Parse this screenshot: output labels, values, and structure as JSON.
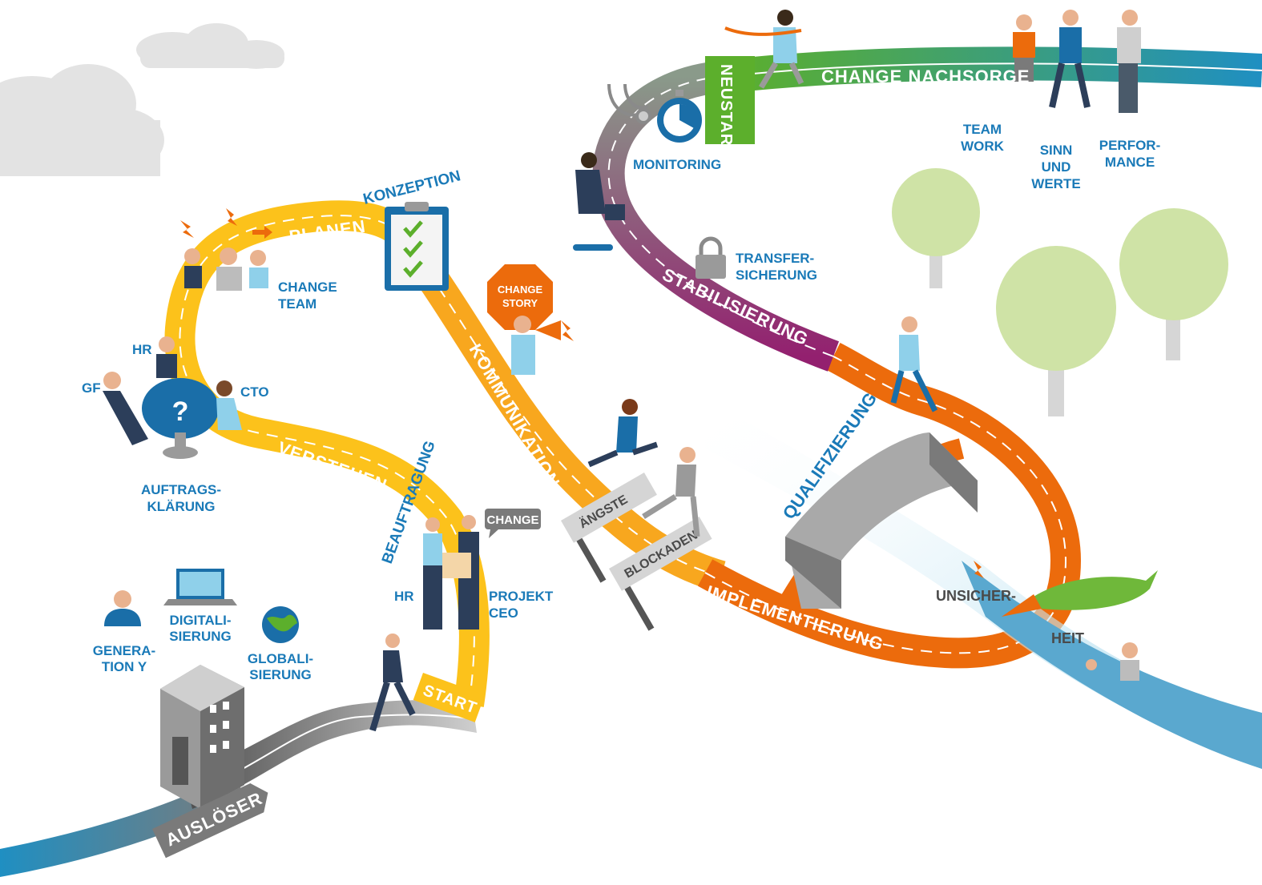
{
  "colors": {
    "river": "#1f8fc2",
    "river_light": "#8fd0ea",
    "grey_road": "#6f6f6f",
    "yellow": "#fcc21b",
    "yellow_orange": "#f8a71e",
    "orange": "#ec6b0c",
    "purple": "#93206f",
    "green": "#5caf2c",
    "label_blue": "#1a7ab8",
    "label_dark": "#4a4a4a",
    "sign_orange": "#ec6b0c",
    "tree": "#cfe3a6",
    "cloud": "#e3e3e3"
  },
  "stages": {
    "ausloeser": "AUSLÖSER",
    "start": "START",
    "verstehen": "VERSTEHEN",
    "planen": "PLANEN",
    "konzeption": "KONZEPTION",
    "kommunikation": "KOMMUNIKATION",
    "implementierung": "IMPLEMENTIERUNG",
    "qualifizierung": "QUALIFIZIERUNG",
    "stabilisierung": "STABILISIERUNG",
    "neustart": "NEUSTART",
    "nachsorge": "CHANGE NACHSORGE",
    "beauftragung": "BEAUFTRAGUNG"
  },
  "labels": {
    "generation_y": [
      "GENERA-",
      "TION Y"
    ],
    "digitalisierung": [
      "DIGITALI-",
      "SIERUNG"
    ],
    "globalisierung": [
      "GLOBALI-",
      "SIERUNG"
    ],
    "hr_bottom": "HR",
    "projekt_ceo": [
      "PROJEKT",
      "CEO"
    ],
    "change_bubble": "CHANGE",
    "auftragsklaerung": [
      "AUFTRAGS-",
      "KLÄRUNG"
    ],
    "gf": "GF",
    "hr_top": "HR",
    "cto": "CTO",
    "question": "?",
    "change_team": [
      "CHANGE",
      "TEAM"
    ],
    "change_story": [
      "CHANGE",
      "STORY"
    ],
    "aengste": "ÄNGSTE",
    "blockaden": "BLOCKADEN",
    "unsicherheit": [
      "UNSICHER-",
      "HEIT"
    ],
    "transfersicherung": [
      "TRANSFER-",
      "SICHERUNG"
    ],
    "monitoring": "MONITORING",
    "teamwork": [
      "TEAM",
      "WORK"
    ],
    "sinn_werte": [
      "SINN",
      "UND",
      "WERTE"
    ],
    "performance": [
      "PERFOR-",
      "MANCE"
    ]
  }
}
